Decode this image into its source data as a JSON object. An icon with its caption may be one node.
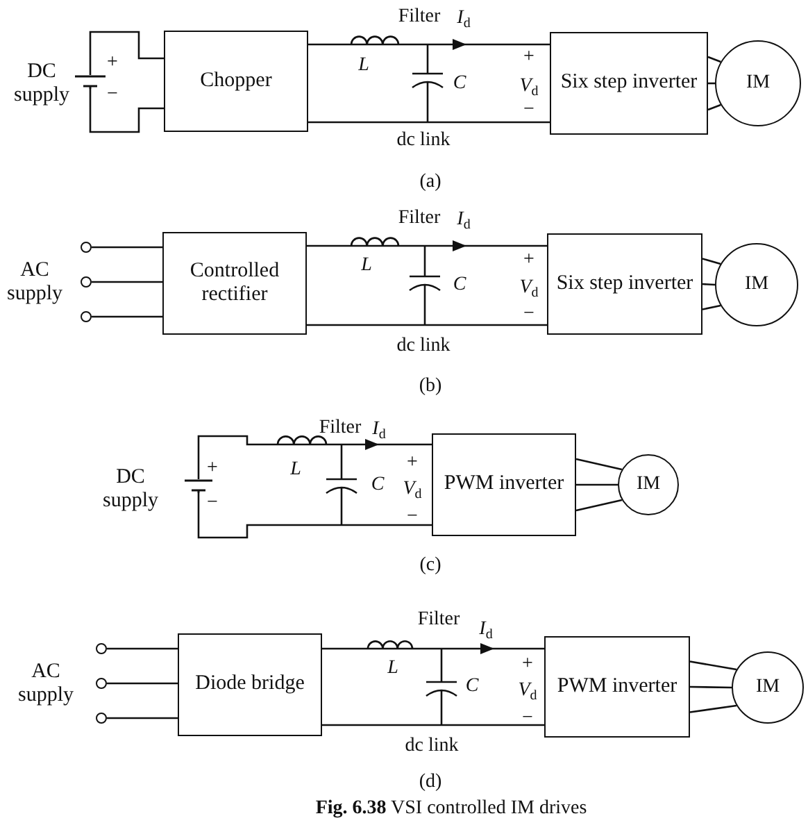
{
  "diagram": {
    "caption": "**Fig. 6.38** VSI controlled IM drives",
    "nodes": [
      {
        "text": [],
        "shape": "battery",
        "beside": [
          "DC supply"
        ]
      },
      {
        "text": [
          "Chopper"
        ]
      },
      {
        "text": [
          "Six step inverter"
        ]
      },
      {
        "text": [
          "IM"
        ]
      },
      {
        "text": [],
        "shape": "circle"
      },
      {
        "text": [],
        "shape": "circle"
      },
      {
        "text": [],
        "shape": "circle"
      },
      {
        "text": [
          "Controlled rectifier"
        ]
      },
      {
        "text": [
          "Six step inverter"
        ]
      },
      {
        "text": [
          "IM"
        ]
      },
      {
        "text": [],
        "shape": "battery",
        "beside": [
          "DC supply"
        ]
      },
      {
        "text": [
          "PWM inverter"
        ]
      },
      {
        "text": [
          "IM"
        ]
      },
      {
        "text": [],
        "shape": "circle"
      },
      {
        "text": [],
        "shape": "circle"
      },
      {
        "text": [],
        "shape": "circle"
      },
      {
        "text": [
          "Diode bridge"
        ]
      },
      {
        "text": [
          "PWM inverter"
        ]
      },
      {
        "text": [
          "IM"
        ]
      }
    ],
    "edges": [
      {
        "from": 0,
        "to": 1,
        "arrow": "none"
      },
      {
        "from": 0,
        "to": 1,
        "arrow": "none"
      },
      {
        "from": 1,
        "to": 2,
        "arrow": "to"
      },
      {
        "from": 1,
        "to": 2,
        "arrow": "none"
      },
      {
        "from": 2,
        "to": 3,
        "arrow": "none"
      },
      {
        "from": 2,
        "to": 3,
        "arrow": "none"
      },
      {
        "from": 2,
        "to": 3,
        "arrow": "none"
      },
      {
        "from": 4,
        "to": 7,
        "arrow": "none"
      },
      {
        "from": 5,
        "to": 7,
        "arrow": "none"
      },
      {
        "from": 6,
        "to": 7,
        "arrow": "none"
      },
      {
        "from": 7,
        "to": 8,
        "arrow": "to"
      },
      {
        "from": 7,
        "to": 8,
        "arrow": "none"
      },
      {
        "from": 8,
        "to": 9,
        "arrow": "none"
      },
      {
        "from": 8,
        "to": 9,
        "arrow": "none"
      },
      {
        "from": 8,
        "to": 9,
        "arrow": "none"
      },
      {
        "from": 10,
        "to": 11,
        "arrow": "to"
      },
      {
        "from": 10,
        "to": 11,
        "arrow": "none"
      },
      {
        "from": 11,
        "to": 12,
        "arrow": "none"
      },
      {
        "from": 11,
        "to": 12,
        "arrow": "none"
      },
      {
        "from": 11,
        "to": 12,
        "arrow": "none"
      },
      {
        "from": 13,
        "to": 16,
        "arrow": "none"
      },
      {
        "from": 14,
        "to": 16,
        "arrow": "none"
      },
      {
        "from": 15,
        "to": 16,
        "arrow": "none"
      },
      {
        "from": 16,
        "to": 17,
        "arrow": "to"
      },
      {
        "from": 16,
        "to": 17,
        "arrow": "none"
      },
      {
        "from": 17,
        "to": 18,
        "arrow": "none"
      },
      {
        "from": 17,
        "to": 18,
        "arrow": "none"
      },
      {
        "from": 17,
        "to": 18,
        "arrow": "none"
      }
    ],
    "labels": [
      "+",
      "−",
      "Filter",
      "*I*$_{d}$",
      "L",
      "C",
      "+",
      "*V*$_{d}$",
      "−",
      "dc link",
      "(a)",
      "AC supply",
      "Filter",
      "*I*$_{d}$",
      "L",
      "C",
      "+",
      "*V*$_{d}$",
      "−",
      "dc link",
      "(b)",
      "+",
      "−",
      "Filter",
      "*I*$_{d}$",
      "L",
      "C",
      "+",
      "*V*$_{d}$",
      "−",
      "(c)",
      "AC supply",
      "Filter",
      "*I*$_{d}$",
      "L",
      "C",
      "+",
      "*V*$_{d}$",
      "−",
      "dc link",
      "(d)"
    ]
  }
}
